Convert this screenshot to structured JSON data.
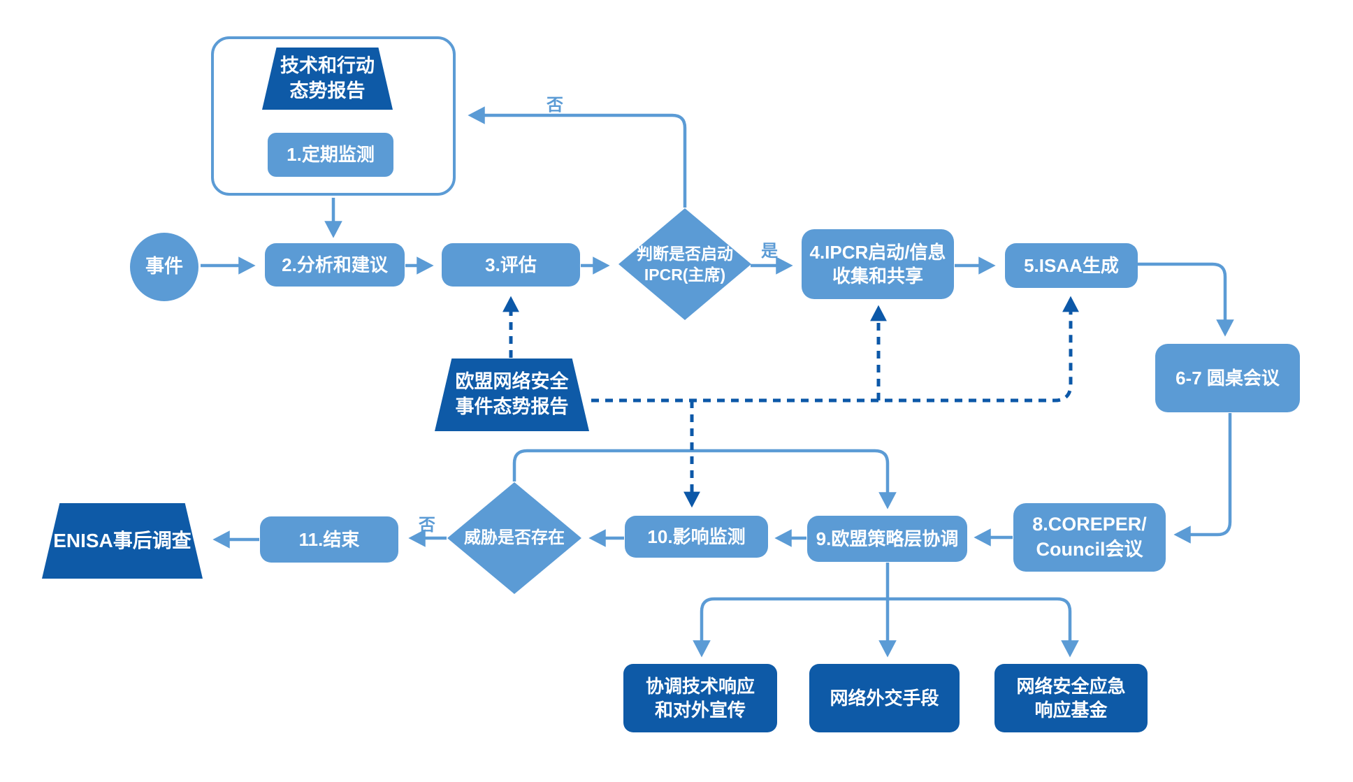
{
  "diagram": {
    "colors": {
      "light_blue": "#5B9BD5",
      "dark_blue": "#0E5AA7",
      "line_blue": "#5B9BD5",
      "dashed_blue": "#0C58A8"
    },
    "nodes": {
      "tech_report": {
        "label": "技术和行动\n态势报告"
      },
      "step1": {
        "label": "1.定期监测"
      },
      "incident": {
        "label": "事件"
      },
      "step2": {
        "label": "2.分析和建议"
      },
      "step3": {
        "label": "3.评估"
      },
      "decision_ipcr": {
        "label": "判断是否启动\nIPCR(主席)"
      },
      "step4": {
        "label": "4.IPCR启动/信息\n收集和共享"
      },
      "step5": {
        "label": "5.ISAA生成"
      },
      "step67": {
        "label": "6-7  圆桌会议"
      },
      "eu_report": {
        "label": "欧盟网络安全\n事件态势报告"
      },
      "step8": {
        "label": "8.COREPER/\nCouncil会议"
      },
      "step9": {
        "label": "9.欧盟策略层协调"
      },
      "step10": {
        "label": "10.影响监测"
      },
      "decision_threat": {
        "label": "威胁是否存在"
      },
      "step11": {
        "label": "11.结束"
      },
      "enisa": {
        "label": "ENISA事后调查"
      },
      "outcome_tech": {
        "label": "协调技术响应\n和对外宣传"
      },
      "outcome_diplomacy": {
        "label": "网络外交手段"
      },
      "outcome_fund": {
        "label": "网络安全应急\n响应基金"
      }
    },
    "edge_labels": {
      "no_top": "否",
      "yes": "是",
      "no_bottom": "否"
    }
  }
}
